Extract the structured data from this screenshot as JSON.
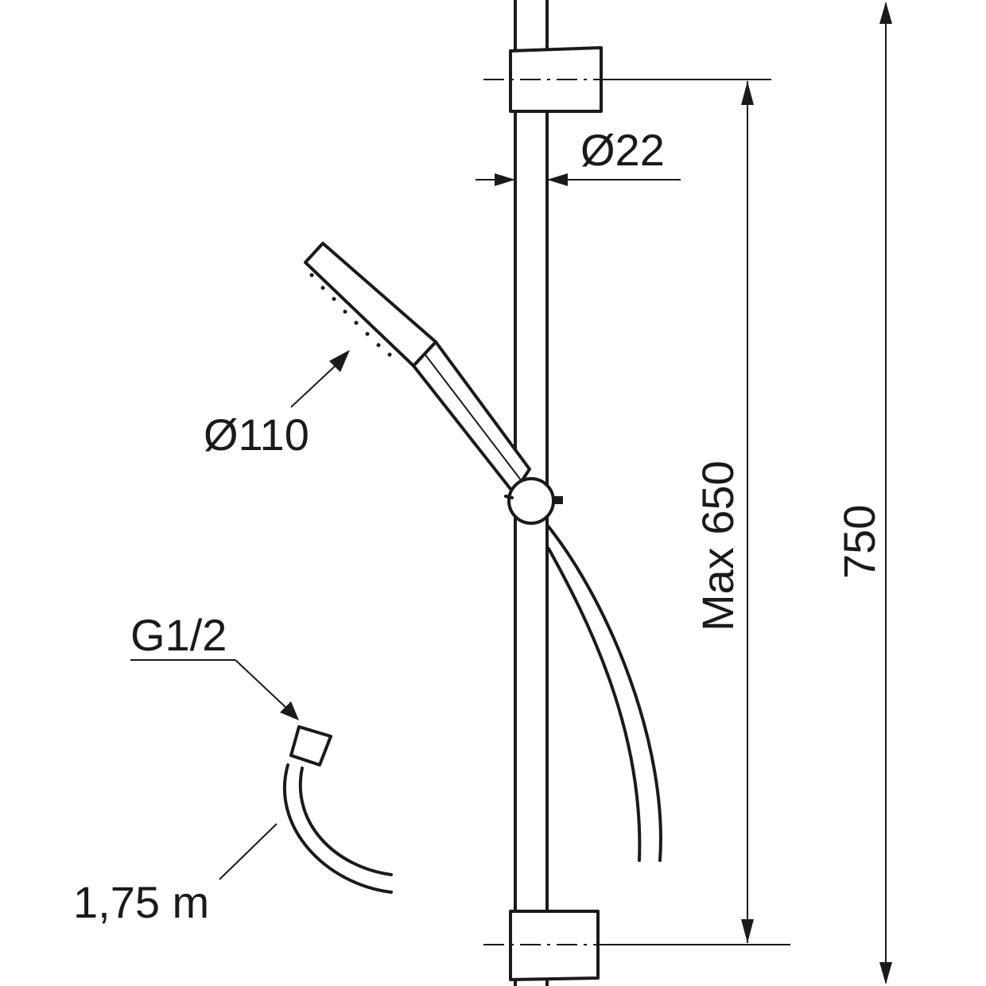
{
  "labels": {
    "rail_diameter": "Ø22",
    "head_diameter": "Ø110",
    "max_distance": "Max 650",
    "total_length": "750",
    "thread": "G1/2",
    "hose_length": "1,75 m"
  },
  "colors": {
    "line": "#1a1a1a",
    "background": "#ffffff"
  }
}
